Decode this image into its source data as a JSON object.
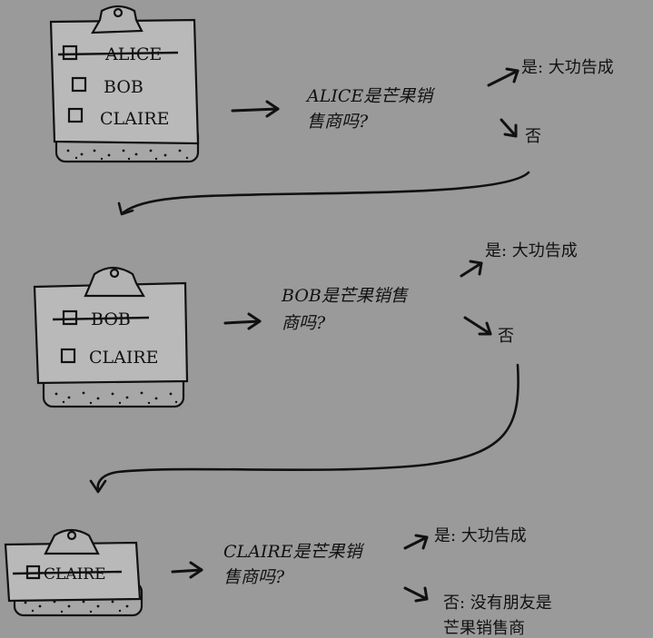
{
  "steps": [
    {
      "list": [
        {
          "name": "ALICE",
          "crossed": true
        },
        {
          "name": "BOB",
          "crossed": false
        },
        {
          "name": "CLAIRE",
          "crossed": false
        }
      ],
      "question_lines": [
        "ALICE是芒果销",
        "售商吗?"
      ],
      "yes_text": "是: 大功告成",
      "no_lines": [
        "否"
      ]
    },
    {
      "list": [
        {
          "name": "BOB",
          "crossed": true
        },
        {
          "name": "CLAIRE",
          "crossed": false
        }
      ],
      "question_lines": [
        "BOB是芒果销售",
        "商吗?"
      ],
      "yes_text": "是: 大功告成",
      "no_lines": [
        "否"
      ]
    },
    {
      "list": [
        {
          "name": "CLAIRE",
          "crossed": true
        }
      ],
      "question_lines": [
        "CLAIRE是芒果销",
        "售商吗?"
      ],
      "yes_text": "是: 大功告成",
      "no_lines": [
        "否: 没有朋友是",
        "芒果销售商"
      ]
    }
  ]
}
